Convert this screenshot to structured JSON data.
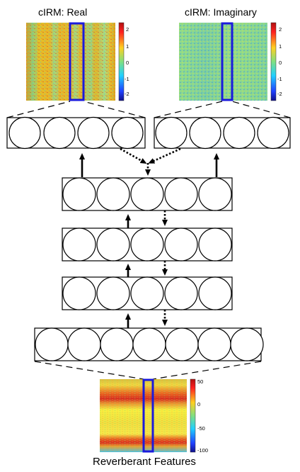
{
  "titles": {
    "real": "cIRM: Real",
    "imaginary": "cIRM: Imaginary",
    "input": "Reverberant Features"
  },
  "colorbars": {
    "real_ticks": [
      "2",
      "1",
      "0",
      "-1",
      "-2"
    ],
    "imag_ticks": [
      "2",
      "1",
      "0",
      "-1",
      "-2"
    ],
    "input_ticks": [
      "50",
      "0",
      "-50",
      "-100"
    ]
  },
  "network": {
    "output_real_units": 4,
    "output_imag_units": 4,
    "hidden_layer_units": [
      5,
      5,
      5
    ],
    "input_layer_units": 7
  },
  "colors": {
    "highlight": "#1a1adc",
    "real_base": "#e0c030",
    "imag_base": "#8fd880",
    "input_base": "#f0e060"
  }
}
